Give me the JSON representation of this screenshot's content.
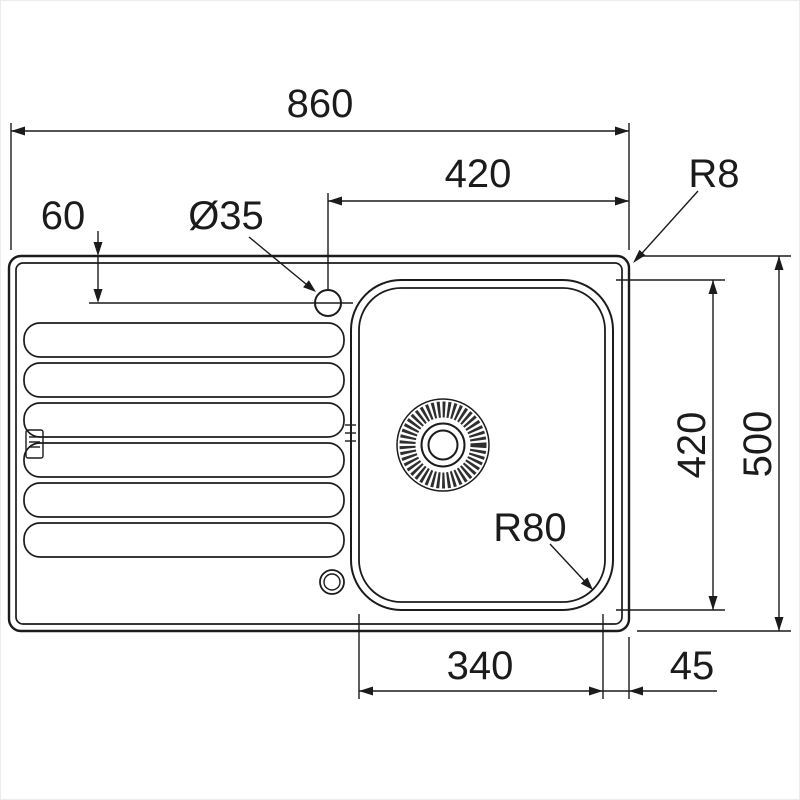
{
  "drawing": {
    "title": "Inset kitchen sink with drainer — dimension drawing",
    "line_color": "#1b1b1b",
    "background": "#ffffff",
    "dimensions": {
      "overall_width_mm": "860",
      "tap_center_to_right_edge_mm": "420",
      "top_edge_to_centerline_mm": "60",
      "tap_hole_diameter": "Ø35",
      "outer_corner_radius": "R8",
      "overall_depth_mm": "500",
      "bowl_length_mm": "420",
      "bowl_corner_radius": "R80",
      "bowl_width_mm": "340",
      "bowl_to_edge_mm": "45"
    }
  }
}
